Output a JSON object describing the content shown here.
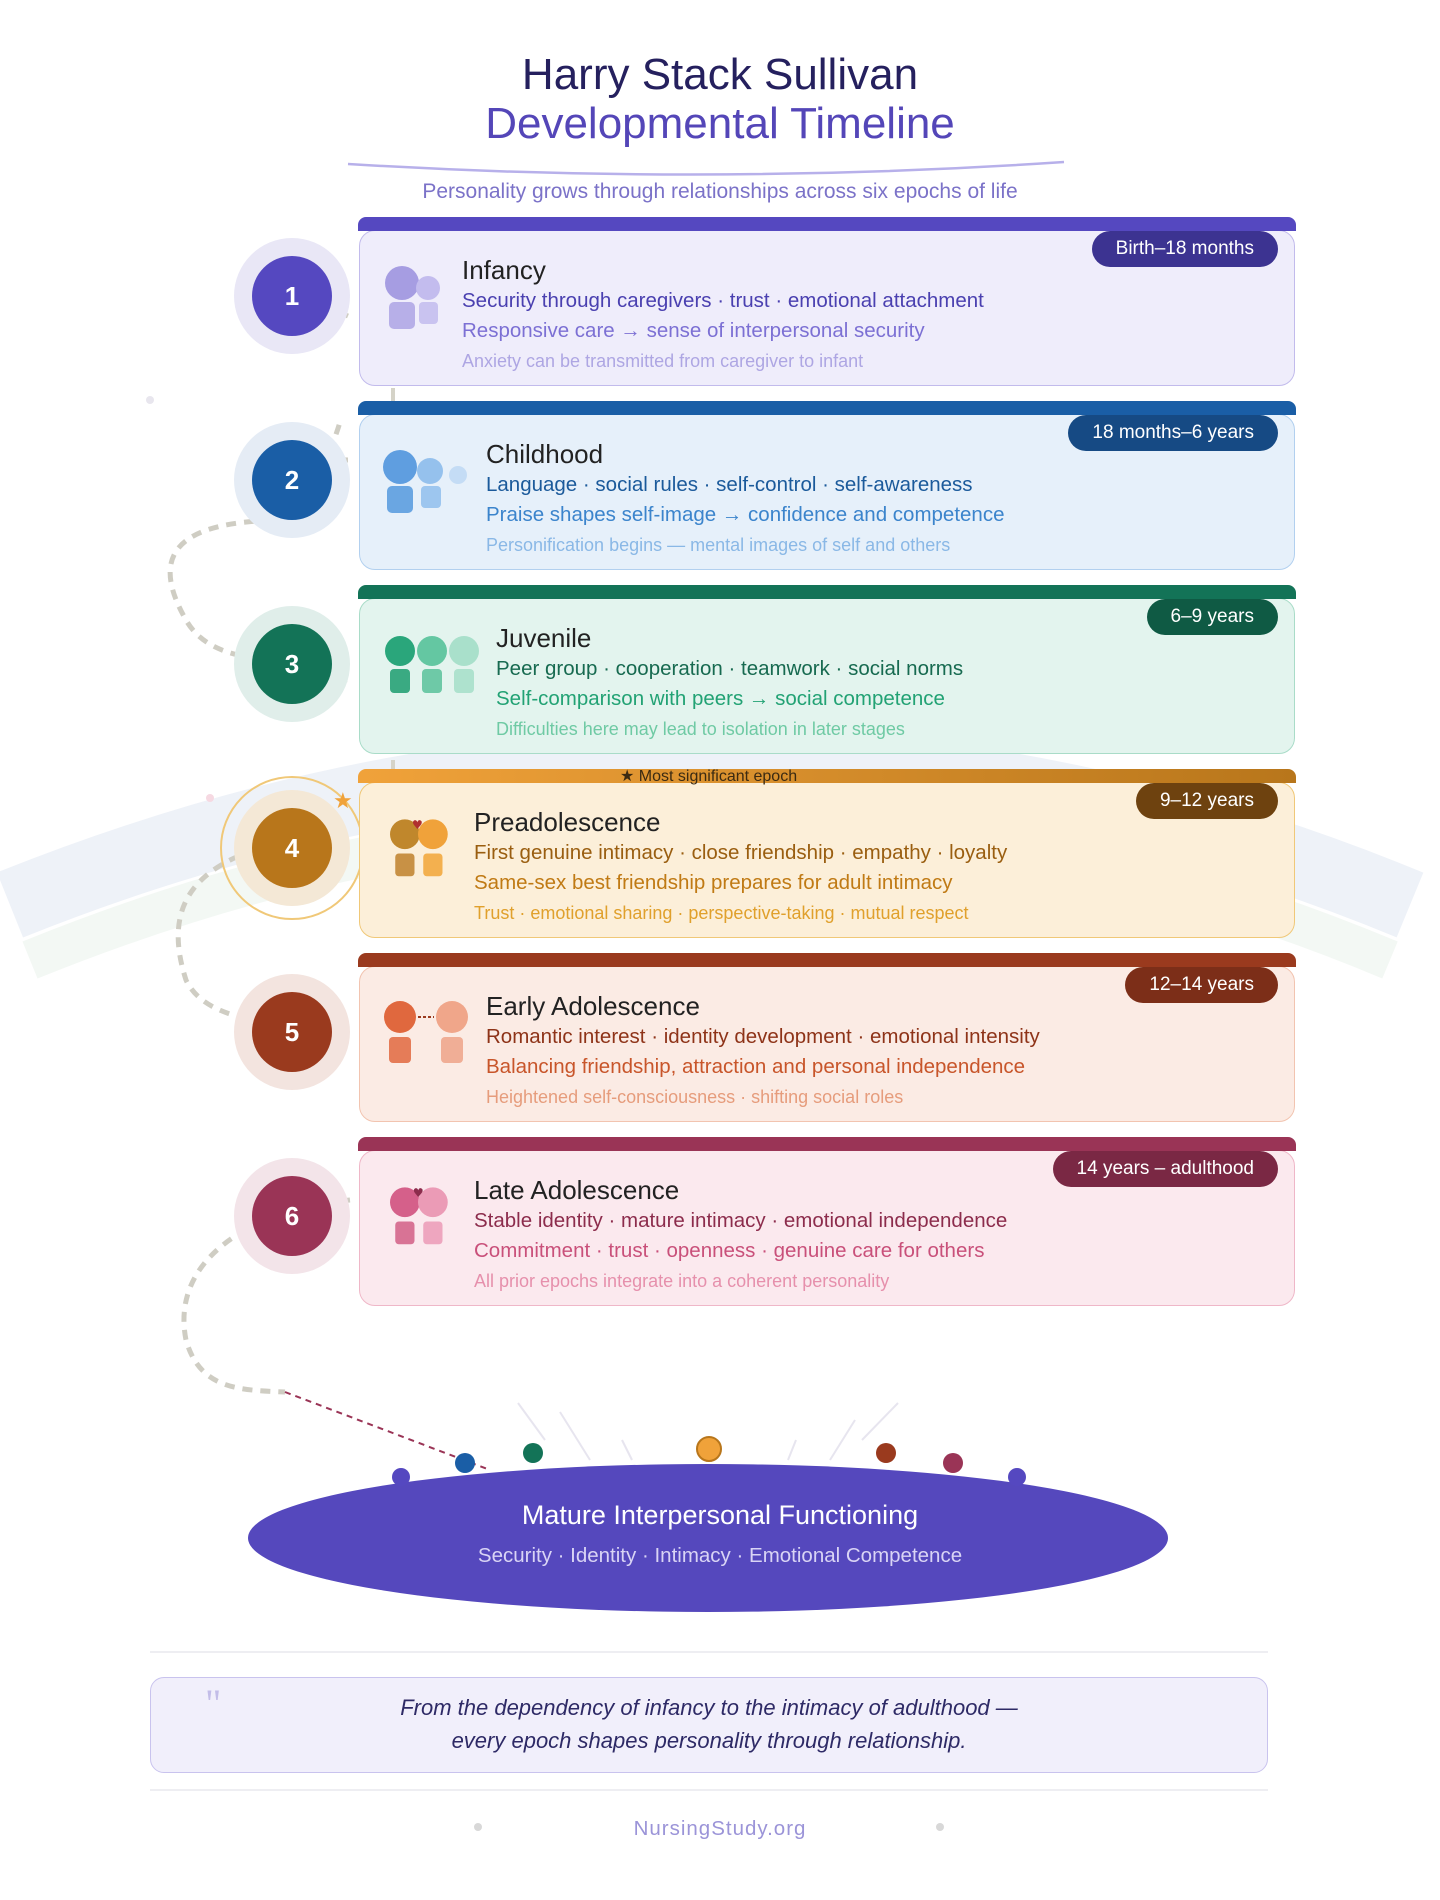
{
  "header": {
    "title_line1": "Harry Stack Sullivan",
    "title_line2": "Developmental Timeline",
    "subtitle": "Personality grows through relationships across six epochs of life"
  },
  "stages": [
    {
      "number": "1",
      "name": "Infancy",
      "age": "Birth–18 months",
      "line1": "Security through caregivers · trust · emotional attachment",
      "line2": "Responsive care → sense of interpersonal security",
      "line3": "Anxiety can be transmitted from caregiver to infant",
      "colors": {
        "main": "#5548c0",
        "card_bg": "#efedfb",
        "border": "#c2bbec",
        "line1": "#4a40b0",
        "line2": "#7c70d4",
        "line3": "#aea6e3"
      }
    },
    {
      "number": "2",
      "name": "Childhood",
      "age": "18 months–6 years",
      "line1": "Language · social rules · self-control · self-awareness",
      "line2": "Praise shapes self-image → confidence and competence",
      "line3": "Personification begins — mental images of self and others",
      "colors": {
        "main": "#1a5ea6",
        "card_bg": "#e6f0fa",
        "border": "#b2d0ef",
        "line1": "#1b5a9b",
        "line2": "#3b84cc",
        "line3": "#8ab8e6"
      }
    },
    {
      "number": "3",
      "name": "Juvenile",
      "age": "6–9 years",
      "line1": "Peer group · cooperation · teamwork · social norms",
      "line2": "Self-comparison with peers → social competence",
      "line3": "Difficulties here may lead to isolation in later stages",
      "colors": {
        "main": "#137357",
        "card_bg": "#e3f4ee",
        "border": "#a9dcc8",
        "line1": "#176a50",
        "line2": "#22a274",
        "line3": "#6fcaa4"
      }
    },
    {
      "number": "4",
      "name": "Preadolescence",
      "age": "9–12 years",
      "line1": "First genuine intimacy · close friendship · empathy · loyalty",
      "line2": "Same-sex best friendship prepares for adult intimacy",
      "line3": "Trust · emotional sharing · perspective-taking · mutual respect",
      "note": "★ Most significant epoch",
      "colors": {
        "main": "#b8761b",
        "card_bg": "#fcefd9",
        "border": "#f0c878",
        "line1": "#9a5e10",
        "line2": "#c07a14",
        "line3": "#e0a02c"
      }
    },
    {
      "number": "5",
      "name": "Early Adolescence",
      "age": "12–14 years",
      "line1": "Romantic interest · identity development · emotional intensity",
      "line2": "Balancing friendship, attraction and personal independence",
      "line3": "Heightened self-consciousness · shifting social roles",
      "colors": {
        "main": "#9a3a1e",
        "card_bg": "#fbebe4",
        "border": "#f2c4b0",
        "line1": "#8e3318",
        "line2": "#c8552a",
        "line3": "#e69c7c"
      }
    },
    {
      "number": "6",
      "name": "Late Adolescence",
      "age": "14 years – adulthood",
      "line1": "Stable identity · mature intimacy · emotional independence",
      "line2": "Commitment · trust · openness · genuine care for others",
      "line3": "All prior epochs integrate into a coherent personality",
      "colors": {
        "main": "#9a3456",
        "card_bg": "#fbe9ee",
        "border": "#efb7c8",
        "line1": "#8c2c4c",
        "line2": "#c9507a",
        "line3": "#e690ac"
      }
    }
  ],
  "outcome": {
    "title": "Mature Interpersonal Functioning",
    "subtitle": "Security · Identity · Intimacy · Emotional Competence",
    "color": "#5548bd"
  },
  "quote": {
    "line1": "From the dependency of infancy to the intimacy of adulthood —",
    "line2": "every epoch shapes personality through relationship."
  },
  "footer": "NursingStudy.org"
}
